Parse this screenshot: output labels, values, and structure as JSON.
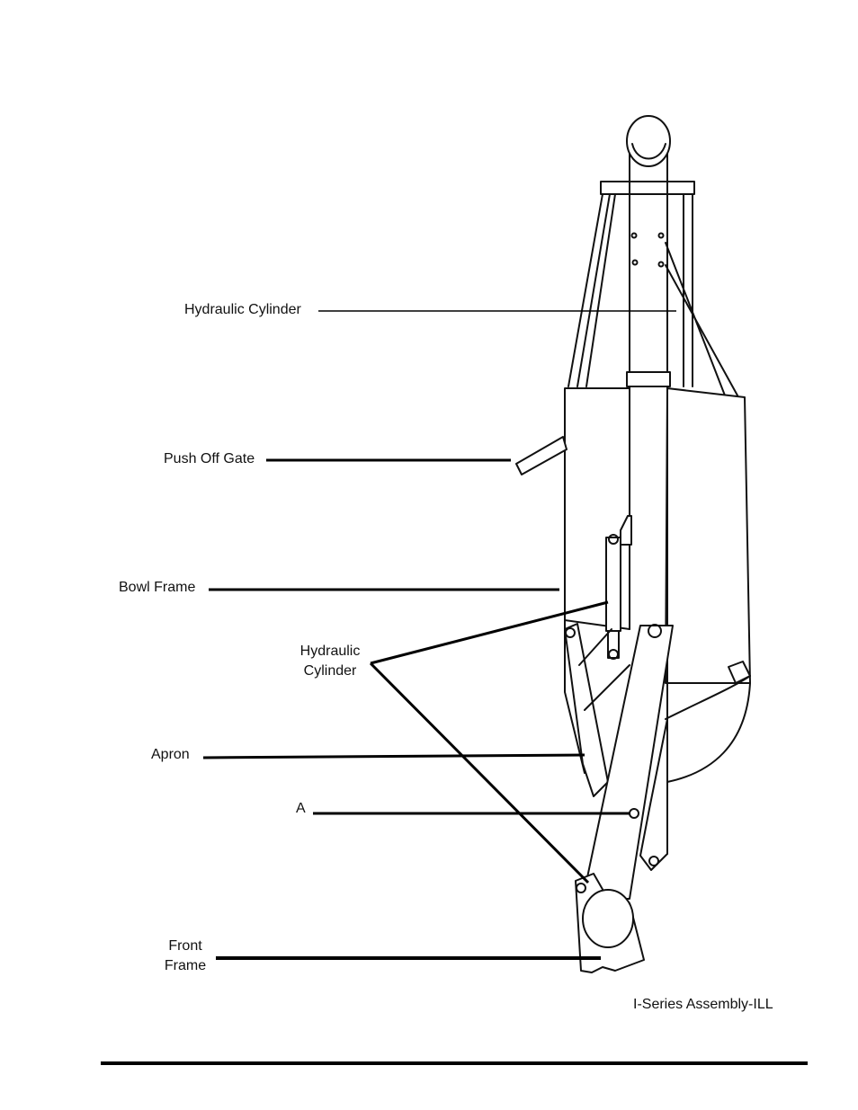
{
  "diagram": {
    "labels": {
      "hydraulic_cylinder_top": "Hydraulic Cylinder",
      "push_off_gate": "Push Off Gate",
      "bowl_frame": "Bowl Frame",
      "hydraulic_cylinder_lower_line1": "Hydraulic",
      "hydraulic_cylinder_lower_line2": "Cylinder",
      "apron": "Apron",
      "point_a": "A",
      "front_frame_line1": "Front",
      "front_frame_line2": "Frame"
    },
    "caption": "I-Series Assembly-ILL"
  }
}
